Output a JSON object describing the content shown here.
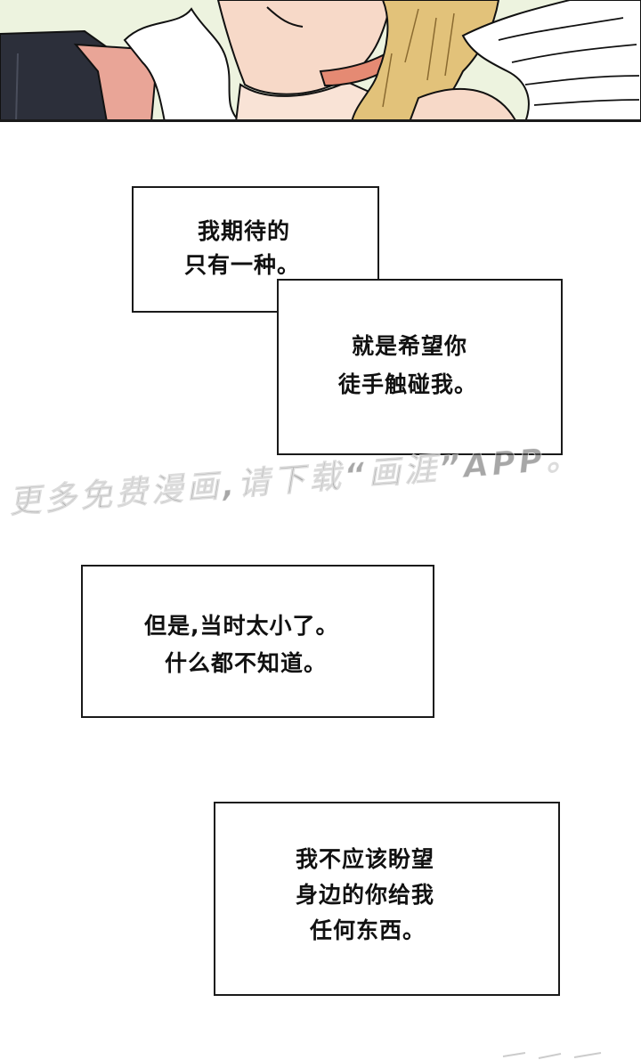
{
  "captions": {
    "box1": {
      "line1": "我期待的",
      "line2": "只有一种。"
    },
    "box2": {
      "line1": "就是希望你",
      "line2": "徒手触碰我。"
    },
    "box3": {
      "line1": "但是,当时太小了。",
      "line2": "什么都不知道。"
    },
    "box4": {
      "line1": "我不应该盼望",
      "line2": "身边的你给我",
      "line3": "任何东西。"
    }
  },
  "watermark": "更多免费漫画,请下载“画涯”APP。",
  "colors": {
    "ink": "#1a1a1a",
    "skin": "#f7d9c8",
    "hair": "#e2c27a",
    "collar": "#e58a73",
    "background": "#ffffff",
    "sky": "#e8f1d6"
  }
}
